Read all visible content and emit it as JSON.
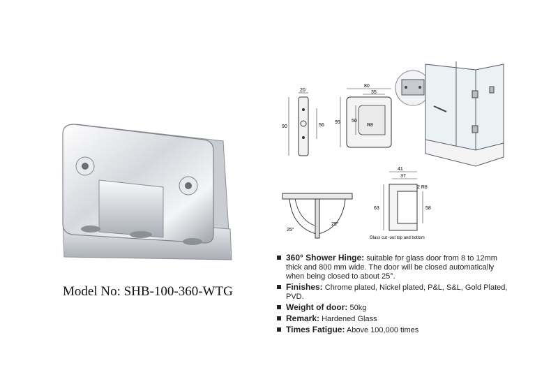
{
  "model_label": "Model No: SHB-100-360-WTG",
  "drawings": {
    "side": {
      "width": "20",
      "height": "90",
      "hole_spacing": "56"
    },
    "front": {
      "width": "80",
      "inner_width": "35",
      "height": "95",
      "inner_height": "50",
      "radius": "R8"
    },
    "top": {
      "angle_left": "25°",
      "angle_right": "25°"
    },
    "cutout": {
      "width": "41",
      "inner_width": "37",
      "radius": "2 R8",
      "height_left": "63",
      "height_right": "58",
      "note": "Glass cut -out top and bottom"
    }
  },
  "specs": [
    {
      "label": "360° Shower Hinge:",
      "text": "suitable for glass door from 8 to 12mm thick and  800 mm wide. The door will be closed automatically when being closed to about 25°."
    },
    {
      "label": "Finishes:",
      "text": "Chrome plated, Nickel plated, P&L, S&L, Gold Plated, PVD."
    },
    {
      "label": "Weight of door:",
      "text": "50kg"
    },
    {
      "label": "Remark:",
      "text": "Hardened Glass"
    },
    {
      "label": "Times Fatigue:",
      "text": "Above 100,000 times"
    }
  ]
}
